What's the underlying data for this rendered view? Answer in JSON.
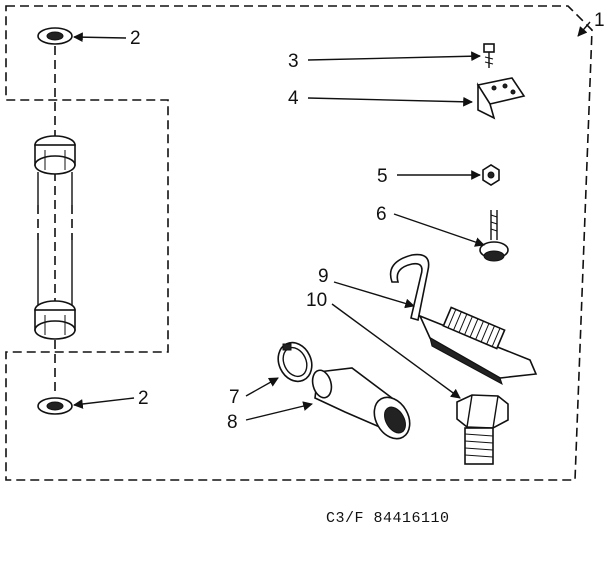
{
  "callouts": {
    "c1": "1",
    "c2a": "2",
    "c2b": "2",
    "c3": "3",
    "c4": "4",
    "c5": "5",
    "c6": "6",
    "c7": "7",
    "c8": "8",
    "c9": "9",
    "c10": "10"
  },
  "footer": {
    "code": "C3/F 84416110"
  }
}
